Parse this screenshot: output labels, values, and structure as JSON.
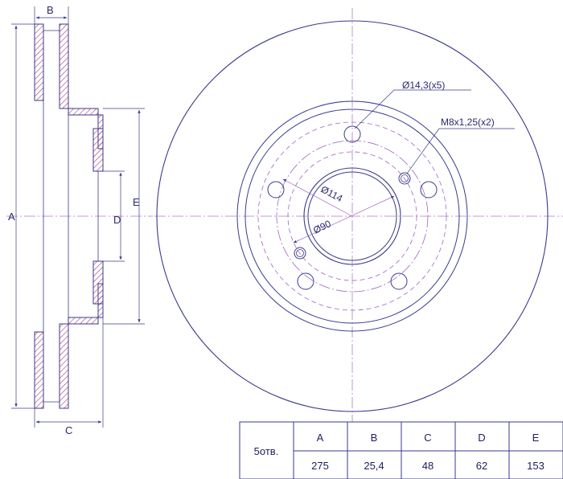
{
  "colors": {
    "outline": "#3a3a8c",
    "center_line": "#b07ac8",
    "hatch": "#a43a6e",
    "dashed": "#a066c0",
    "text": "#2b2b6e"
  },
  "side_view": {
    "dim_labels": {
      "a": "A",
      "b": "B",
      "c": "C",
      "d": "D",
      "e": "E"
    }
  },
  "front_view": {
    "callouts": {
      "bolt_holes": "Ø14,3(x5)",
      "threaded_holes": "M8x1,25(x2)",
      "pcd": "Ø114",
      "center_bore": "Ø90"
    },
    "bolt_hole_count": 5,
    "threaded_hole_count": 2
  },
  "spec_table": {
    "row_header": "5отв.",
    "columns": [
      "A",
      "B",
      "C",
      "D",
      "E"
    ],
    "values": [
      "275",
      "25,4",
      "48",
      "62",
      "153"
    ]
  }
}
